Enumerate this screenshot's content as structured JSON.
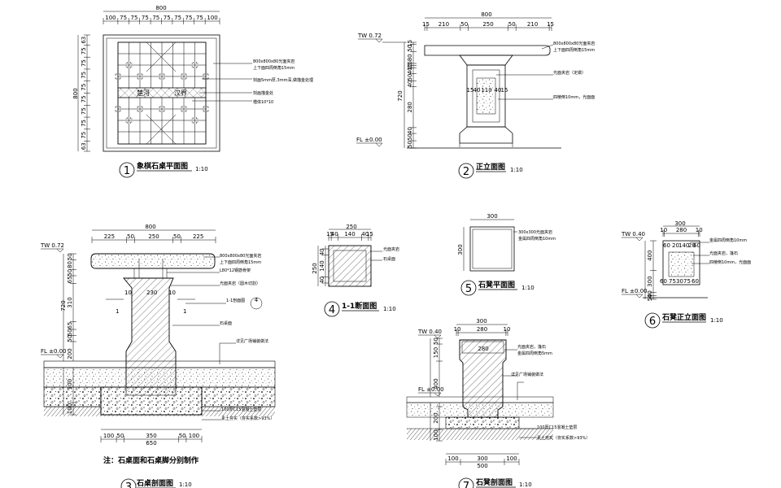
{
  "drawings": [
    {
      "number": "1",
      "title": "象棋石桌平面图",
      "scale": "1:10",
      "dims_top_total": "800",
      "dims_top": [
        "100",
        "75",
        "75",
        "75",
        "75",
        "75",
        "75",
        "75",
        "75",
        "100"
      ],
      "dims_left_total": "800",
      "dims_left": [
        "63",
        "75",
        "75",
        "75",
        "75",
        "75",
        "75",
        "75",
        "75",
        "63"
      ],
      "notes": [
        "800x800x80光面夹岩",
        "上下面四周倒角15mm",
        "刻画5mm厚,3mm深,做描金处理",
        "刻画描金处",
        "楷体10*10"
      ],
      "river_text": [
        "楚河",
        "汉界"
      ]
    },
    {
      "number": "2",
      "title": "正立面图",
      "scale": "1:10",
      "dims_top_total": "800",
      "dims_top": [
        "15",
        "210",
        "50",
        "250",
        "50",
        "210",
        "15"
      ],
      "level_tw": "TW 0.72",
      "level_fl": "FL ±0.00",
      "height_total": "720",
      "dims_left": [
        "15",
        "50",
        "80",
        "15",
        "15",
        "40",
        "50",
        "40",
        "280",
        "40",
        "50",
        "50"
      ],
      "inner_dims": [
        "15",
        "40",
        "110",
        "40",
        "15"
      ],
      "notes": [
        "800x800x80光面夹岩",
        "上下面四周倒角15mm",
        "光面夹岩（定做）",
        "四棱倒10mm，光面面"
      ]
    },
    {
      "number": "3",
      "title": "石桌剖面图",
      "scale": "1:10",
      "dims_top_total": "800",
      "dims_top": [
        "225",
        "50",
        "250",
        "50",
        "225"
      ],
      "level_tw": "TW 0.72",
      "level_fl": "FL ±0.00",
      "height_total": "720",
      "dims_left": [
        "50",
        "80",
        "50",
        "65",
        "310",
        "65",
        "50",
        "50",
        "200",
        "300",
        "100"
      ],
      "inner_dims": [
        "10",
        "230",
        "10"
      ],
      "section_mark": "1",
      "section_ref": "1-1剖面图",
      "section_ref_no": "4",
      "dims_bottom": [
        "100",
        "50",
        "350",
        "50",
        "100"
      ],
      "dims_bottom_total": "650",
      "notes": [
        "800x800x80光面夹岩",
        "上下面四周倒角15mm",
        "L80*12钢筋骨架",
        "光面夹岩（圆木切割）",
        "石桌面",
        "详见广场铺装做法",
        "100厚C15混凝土垫层",
        "素土夯实（夯实系数>93%）"
      ],
      "footnote": "注：石桌面和石桌脚分别制作"
    },
    {
      "number": "4",
      "title": "1-1断面图",
      "scale": "1:10",
      "dims_top_total": "250",
      "dims_top": [
        "15",
        "40",
        "140",
        "40",
        "15"
      ],
      "dims_left_total": "250",
      "dims_left": [
        "40",
        "140",
        "40"
      ],
      "notes": [
        "光面夹岩",
        "石桌面"
      ]
    },
    {
      "number": "5",
      "title": "石凳平面图",
      "scale": "1:10",
      "dims_top_total": "300",
      "dims_left_total": "300",
      "notes": [
        "300x300光面夹岩",
        "金属四周倒角10mm"
      ]
    },
    {
      "number": "6",
      "title": "石凳正立面图",
      "scale": "1:10",
      "dims_top_total": "300",
      "dims_top": [
        "10",
        "280",
        "10"
      ],
      "inner_top": [
        "60",
        "20",
        "140",
        "20",
        "60"
      ],
      "inner_bottom": [
        "60",
        "75",
        "30",
        "75",
        "60"
      ],
      "level_tw": "TW 0.40",
      "level_fl": "FL ±0.00",
      "dims_left": [
        "400",
        "300",
        "40",
        "50"
      ],
      "notes": [
        "金属四周倒角10mm",
        "光面夹岩，篷石",
        "四棱倒10mm，光面面"
      ]
    },
    {
      "number": "7",
      "title": "石凳剖面图",
      "scale": "1:10",
      "dims_top_total": "300",
      "dims_top": [
        "10",
        "280",
        "10"
      ],
      "inner_dim": "280",
      "level_tw": "TW 0.40",
      "level_fl": "FL ±0.00",
      "dims_left": [
        "50",
        "150",
        "400",
        "200",
        "100"
      ],
      "dims_bottom": [
        "100",
        "300",
        "100"
      ],
      "dims_bottom_total": "500",
      "notes": [
        "光面夹岩，篷石",
        "金属四周倒角5mm",
        "详见广场铺装做法",
        "100厚C15混凝土垫层",
        "素土夯实（夯实系数>93%）"
      ]
    }
  ]
}
